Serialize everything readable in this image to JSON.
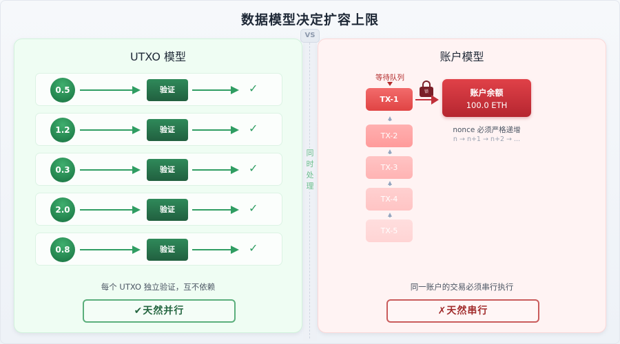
{
  "title": "数据模型决定扩容上限",
  "vs_label": "VS",
  "divider_label": "同时处理",
  "utxo": {
    "title": "UTXO 模型",
    "rows": [
      {
        "value": "0.5",
        "verify_label": "验证",
        "result": "✓"
      },
      {
        "value": "1.2",
        "verify_label": "验证",
        "result": "✓"
      },
      {
        "value": "0.3",
        "verify_label": "验证",
        "result": "✓"
      },
      {
        "value": "2.0",
        "verify_label": "验证",
        "result": "✓"
      },
      {
        "value": "0.8",
        "verify_label": "验证",
        "result": "✓"
      }
    ],
    "caption": "每个 UTXO 独立验证，互不依赖",
    "verdict": "✔天然并行",
    "accent_color": "#2f9d62"
  },
  "account": {
    "title": "账户模型",
    "queue_label": "等待队列",
    "transactions": [
      "TX-1",
      "TX-2",
      "TX-3",
      "TX-4",
      "TX-5"
    ],
    "lock_label": "锁",
    "account_box": {
      "title": "账户余额",
      "balance": "100.0 ETH"
    },
    "nonce_text": "nonce 必须严格递增",
    "nonce_sequence": "n → n+1 → n+2 → ...",
    "caption": "同一账户的交易必须串行执行",
    "verdict": "✗天然串行",
    "accent_color": "#c0303a"
  }
}
